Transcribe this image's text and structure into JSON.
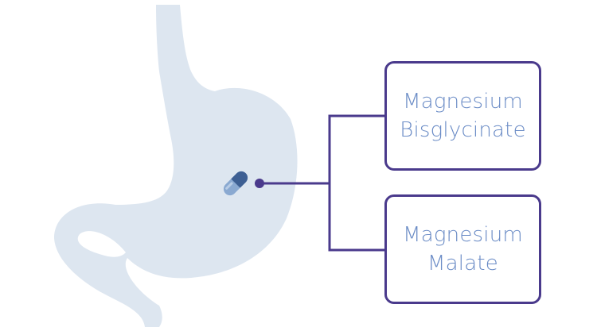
{
  "colors": {
    "stomach": "#dde6f0",
    "connector": "#4a3a8c",
    "label_text": "#6b8cc6",
    "pill_dark": "#3d5f93",
    "pill_light": "#8aa9d1"
  },
  "icons": {
    "stomach": "stomach-icon",
    "capsule": "capsule-icon"
  },
  "options": [
    {
      "line1": "Magnesium",
      "line2": "Bisglycinate"
    },
    {
      "line1": "Magnesium",
      "line2": "Malate"
    }
  ]
}
